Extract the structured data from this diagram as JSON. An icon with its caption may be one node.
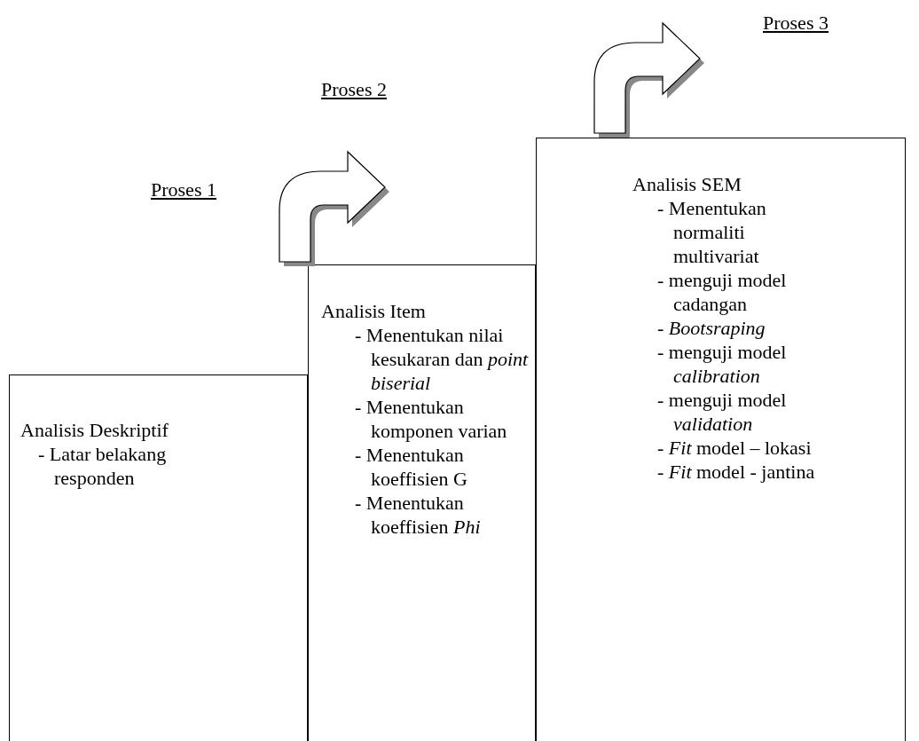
{
  "diagram": {
    "nodes": [
      {
        "text": [
          "Analisis Deskriptif",
          "- Latar belakang responden"
        ]
      },
      {
        "text": [
          "Analisis Item",
          "- Menentukan nilai kesukaran dan *point biserial*",
          "- Menentukan komponen varian",
          "- Menentukan koeffisien G",
          "- Menentukan koeffisien *Phi*"
        ]
      },
      {
        "text": [
          "Analisis SEM",
          "- Menentukan normaliti multivariat",
          "- menguji model cadangan",
          "- *Bootsraping*",
          "- menguji model *calibration*",
          "- menguji model *validation*",
          "- *Fit* model – lokasi",
          "- *Fit* model - jantina"
        ]
      }
    ],
    "labels": [
      "Proses 1",
      "Proses 2",
      "Proses 3"
    ]
  }
}
